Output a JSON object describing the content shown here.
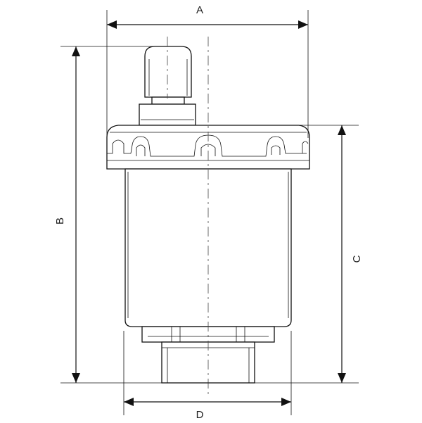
{
  "drawing": {
    "dimensions": {
      "A": "A",
      "B": "B",
      "C": "C",
      "D": "D"
    }
  }
}
